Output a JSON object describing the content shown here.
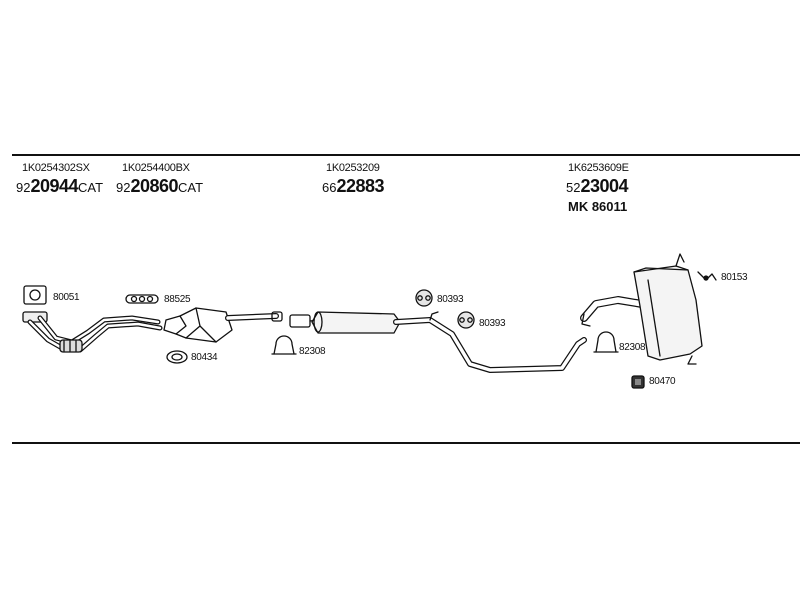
{
  "parts": [
    {
      "part_no": "1K0254302SX",
      "prefix": "92",
      "code": "20944",
      "suffix": "CAT"
    },
    {
      "part_no": "1K0254400BX",
      "prefix": "92",
      "code": "20860",
      "suffix": "CAT"
    },
    {
      "part_no": "1K0253209",
      "prefix": "66",
      "code": "22883",
      "suffix": ""
    },
    {
      "part_no": "1K6253609E",
      "prefix": "52",
      "code": "23004",
      "suffix": ""
    }
  ],
  "mk_code": "MK  86011",
  "refs": [
    "80051",
    "88525",
    "80434",
    "82308",
    "80393",
    "80393",
    "80153",
    "82308",
    "80470"
  ]
}
